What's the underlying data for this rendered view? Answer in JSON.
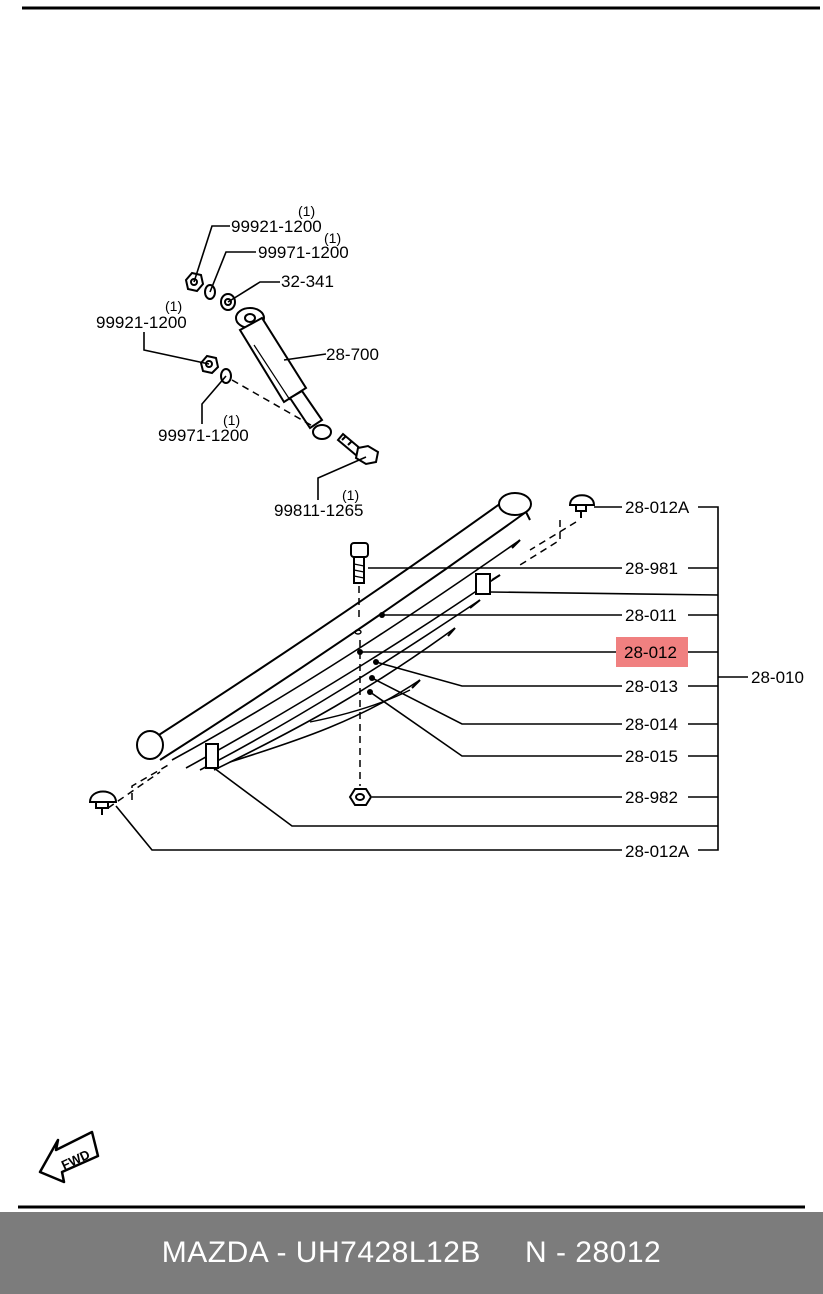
{
  "diagram": {
    "labels": {
      "l_99921_1200_a": "99921-1200",
      "l_99971_1200_a": "99971-1200",
      "l_32_341": "32-341",
      "l_99921_1200_b": "99921-1200",
      "l_28_700": "28-700",
      "l_99971_1200_b": "99971-1200",
      "l_99811_1265": "99811-1265",
      "l_28_012A_top": "28-012A",
      "l_28_981": "28-981",
      "l_28_011": "28-011",
      "l_28_012": "28-012",
      "l_28_013": "28-013",
      "l_28_010": "28-010",
      "l_28_014": "28-014",
      "l_28_015": "28-015",
      "l_28_982": "28-982",
      "l_28_012A_bottom": "28-012A"
    },
    "quantities": {
      "q1": "(1)",
      "q2": "(1)",
      "q3": "(1)",
      "q4": "(1)",
      "q5": "(1)"
    },
    "fwd": "FWD",
    "highlight_color": "#f08080"
  },
  "footer": {
    "brand_part": "MAZDA - UH7428L12B",
    "ref": "N - 28012"
  }
}
